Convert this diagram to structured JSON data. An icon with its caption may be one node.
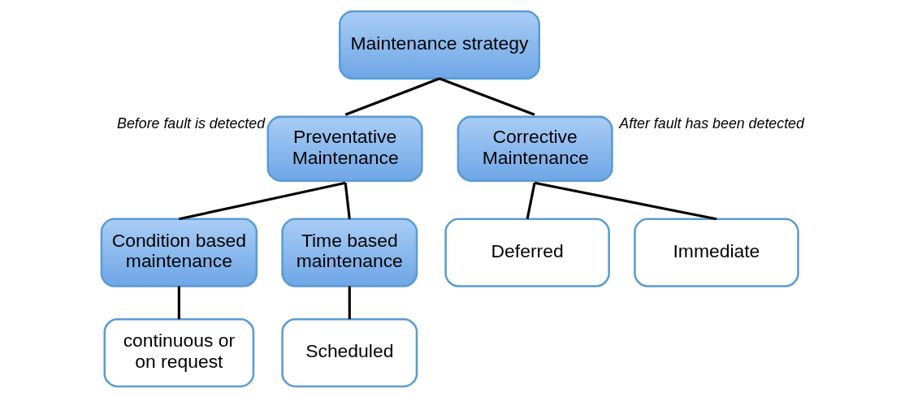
{
  "diagram": {
    "nodes": [
      {
        "text": [
          "Maintenance strategy"
        ]
      },
      {
        "text": [
          "Preventative Maintenance"
        ],
        "beside": [
          "Before fault is detected"
        ]
      },
      {
        "text": [
          "Corrective Maintenance"
        ],
        "beside": [
          "After fault has been detected"
        ]
      },
      {
        "text": [
          "Condition based maintenance"
        ]
      },
      {
        "text": [
          "Time based maintenance"
        ]
      },
      {
        "text": [
          "continuous or on request"
        ]
      },
      {
        "text": [
          "Scheduled"
        ]
      },
      {
        "text": [
          "Deferred"
        ]
      },
      {
        "text": [
          "Immediate"
        ]
      }
    ],
    "edges": [
      {
        "from": 0,
        "to": 1,
        "arrow": "none"
      },
      {
        "from": 0,
        "to": 2,
        "arrow": "none"
      },
      {
        "from": 1,
        "to": 3,
        "arrow": "none"
      },
      {
        "from": 1,
        "to": 4,
        "arrow": "none"
      },
      {
        "from": 3,
        "to": 5,
        "arrow": "none"
      },
      {
        "from": 4,
        "to": 6,
        "arrow": "none"
      },
      {
        "from": 2,
        "to": 7,
        "arrow": "none"
      },
      {
        "from": 2,
        "to": 8,
        "arrow": "none"
      }
    ]
  }
}
